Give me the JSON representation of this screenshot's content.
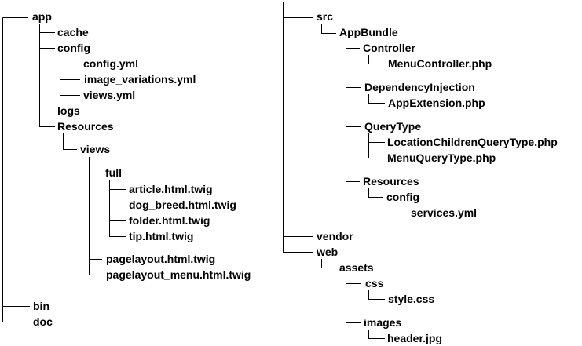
{
  "style": {
    "line_color": "#000000",
    "text_color": "#000000",
    "background": "#ffffff"
  },
  "left_tree": {
    "app": "app",
    "cache": "cache",
    "config": "config",
    "config_yml": "config.yml",
    "image_variations_yml": "image_variations.yml",
    "views_yml": "views.yml",
    "logs": "logs",
    "resources": "Resources",
    "views": "views",
    "full": "full",
    "article_twig": "article.html.twig",
    "dog_breed_twig": "dog_breed.html.twig",
    "folder_twig": "folder.html.twig",
    "tip_twig": "tip.html.twig",
    "pagelayout_twig": "pagelayout.html.twig",
    "pagelayout_menu_twig": "pagelayout_menu.html.twig",
    "bin": "bin",
    "doc": "doc"
  },
  "right_tree": {
    "src": "src",
    "appbundle": "AppBundle",
    "controller": "Controller",
    "menu_controller_php": "MenuController.php",
    "dependency_injection": "DependencyInjection",
    "app_extension_php": "AppExtension.php",
    "query_type": "QueryType",
    "location_children_query_type_php": "LocationChildrenQueryType.php",
    "menu_query_type_php": "MenuQueryType.php",
    "resources": "Resources",
    "config": "config",
    "services_yml": "services.yml",
    "vendor": "vendor",
    "web": "web",
    "assets": "assets",
    "css": "css",
    "style_css": "style.css",
    "images": "images",
    "header_jpg": "header.jpg"
  }
}
